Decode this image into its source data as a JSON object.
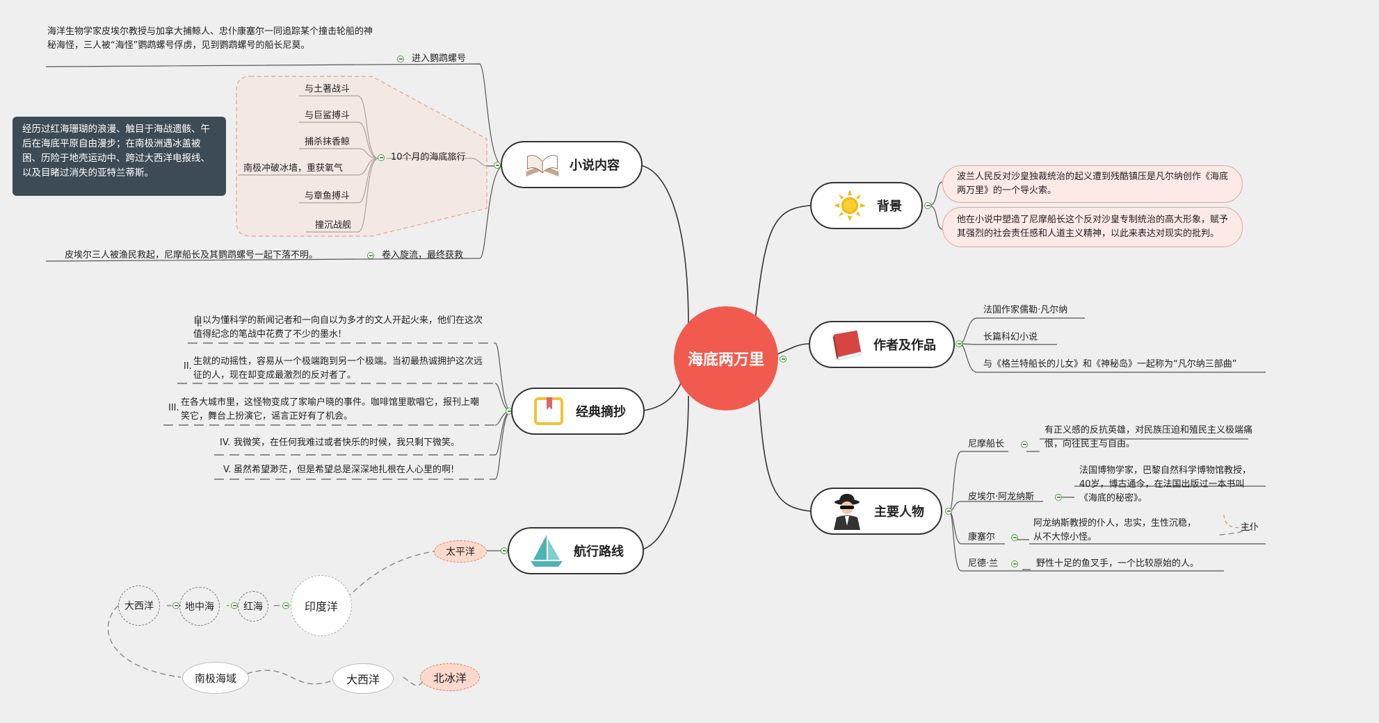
{
  "center": "海底两万里",
  "topics": {
    "content": "小说内容",
    "quotes": "经典摘抄",
    "route": "航行路线",
    "background": "背景",
    "author": "作者及作品",
    "characters": "主要人物"
  },
  "icons": {
    "content": "open-book-icon",
    "quotes": "bookmark-book-icon",
    "route": "sailboat-icon",
    "background": "sun-icon",
    "author": "red-book-icon",
    "characters": "spy-person-icon"
  },
  "content": {
    "intro_text": "海洋生物学家皮埃尔教授与加拿大捕鲸人、忠仆康塞尔一同追踪某个撞击轮船的神秘海怪，三人被“海怪”鹦鹉螺号俘虏，见到鹦鹉螺号的船长尼莫。",
    "enter_label": "进入鹦鹉螺号",
    "voyage_label": "10个月的海底旅行",
    "voyage_items": [
      "与土著战斗",
      "与巨鲨搏斗",
      "捕杀抹香鲸",
      "南极冲破冰墙，重获氧气",
      "与章鱼搏斗",
      "撞沉战舰"
    ],
    "voyage_note": "经历过红海珊瑚的浪漫、触目于海战遗骸、午后在海底平原自由漫步；在南极洲遇冰盖被困、历险于地壳运动中、跨过大西洋电报线、以及目睹过消失的亚特兰蒂斯。",
    "vortex_label": "卷入旋流，最终获救",
    "vortex_text": "皮埃尔三人被渔民救起，尼摩船长及其鹦鹉螺号一起下落不明。"
  },
  "quotes": [
    {
      "num": "I.",
      "text": "自以为懂科学的新闻记者和一向自以为多才的文人开起火来，他们在这次值得纪念的笔战中花费了不少的墨水!"
    },
    {
      "num": "II.",
      "text": "生就的动摇性，容易从一个极端跑到另一个极端。当初最热诚拥护这次远征的人，现在却变成最激烈的反对者了。"
    },
    {
      "num": "III.",
      "text": "在各大城市里，这怪物变成了家喻户晓的事件。咖啡馆里歌唱它，报刊上嘲笑它，舞台上扮演它，谣言正好有了机会。"
    },
    {
      "num": "IV.",
      "text": "我微笑，在任何我难过或者快乐的时候，我只剩下微笑。"
    },
    {
      "num": "V.",
      "text": "虽然希望渺茫，但是希望总是深深地扎根在人心里的啊!"
    }
  ],
  "route": {
    "stops": [
      "太平洋",
      "印度洋",
      "红海",
      "地中海",
      "大西洋",
      "南极海域",
      "大西洋",
      "北冰洋"
    ]
  },
  "background": [
    "波兰人民反对沙皇独裁统治的起义遭到残酷镇压是凡尔纳创作《海底两万里》的一个导火索。",
    "他在小说中塑造了尼摩船长这个反对沙皇专制统治的高大形象，赋予其强烈的社会责任感和人道主义精神，以此来表达对现实的批判。"
  ],
  "author": [
    "法国作家儒勒·凡尔纳",
    "长篇科幻小说",
    "与《格兰特船长的儿女》和《神秘岛》一起称为“凡尔纳三部曲”"
  ],
  "characters": [
    {
      "name": "尼摩船长",
      "desc": "有正义感的反抗英雄，对民族压迫和殖民主义极端痛恨，向往民主与自由。"
    },
    {
      "name": "皮埃尔·阿龙纳斯",
      "desc": "法国博物学家，巴黎自然科学博物馆教授，40岁，博古通今，在法国出版过一本书叫《海底的秘密》。"
    },
    {
      "name": "康塞尔",
      "desc": "阿龙纳斯教授的仆人，忠实，生性沉稳，从不大惊小怪。"
    },
    {
      "name": "尼德·兰",
      "desc": "野性十足的鱼叉手，一个比较原始的人。"
    }
  ],
  "relation_label": "主仆"
}
